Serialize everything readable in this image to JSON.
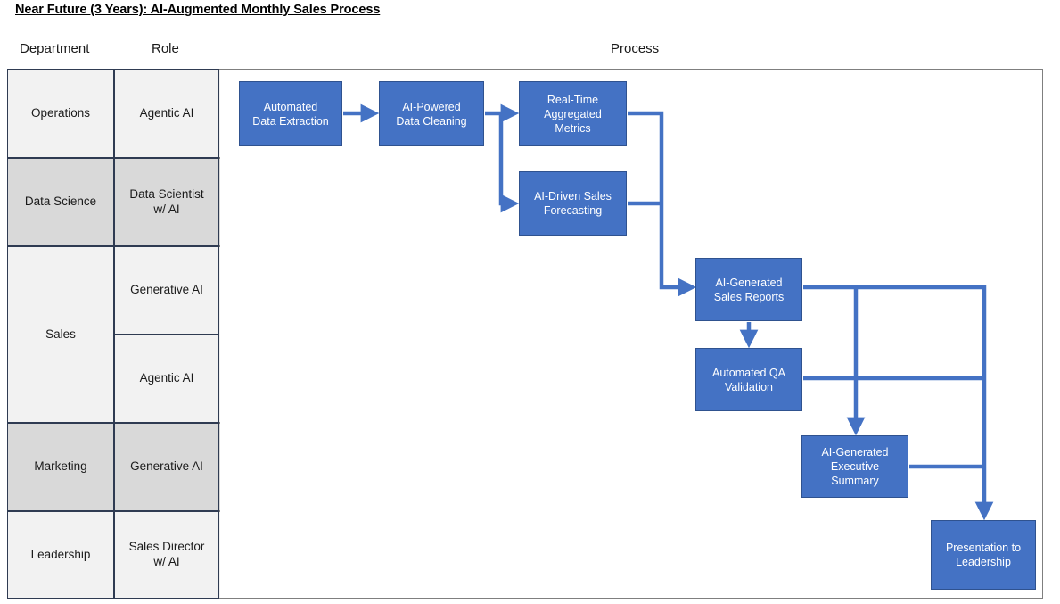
{
  "title": "Near Future (3 Years): AI-Augmented Monthly Sales Process",
  "headers": {
    "department": "Department",
    "role": "Role",
    "process": "Process"
  },
  "colors": {
    "node_fill": "#4472C4",
    "node_border": "#2F528F",
    "connector": "#4472C4",
    "lane_shade_light": "#F2F2F2",
    "lane_shade_dark": "#D9D9D9",
    "lane_border": "#7F7F7F",
    "cell_border": "#2F3B52",
    "node_text": "#FFFFFF"
  },
  "lanes": [
    {
      "department": "Operations",
      "role": "Agentic AI",
      "shade": "light"
    },
    {
      "department": "Data Science",
      "role": "Data Scientist\nw/ AI",
      "shade": "dark"
    },
    {
      "department": "Sales",
      "role": "Generative AI",
      "shade": "light"
    },
    {
      "department": "Sales",
      "role": "Agentic AI",
      "shade": "light"
    },
    {
      "department": "Marketing",
      "role": "Generative AI",
      "shade": "dark"
    },
    {
      "department": "Leadership",
      "role": "Sales Director\nw/ AI",
      "shade": "light"
    }
  ],
  "nodes": [
    {
      "id": "n1",
      "label": "Automated\nData Extraction",
      "lane": "Operations / Agentic AI"
    },
    {
      "id": "n2",
      "label": "AI-Powered\nData Cleaning",
      "lane": "Operations / Agentic AI"
    },
    {
      "id": "n3",
      "label": "Real-Time\nAggregated\nMetrics",
      "lane": "Operations / Agentic AI"
    },
    {
      "id": "n4",
      "label": "AI-Driven Sales\nForecasting",
      "lane": "Data Science / Data Scientist w/ AI"
    },
    {
      "id": "n5",
      "label": "AI-Generated\nSales Reports",
      "lane": "Sales / Generative AI"
    },
    {
      "id": "n6",
      "label": "Automated QA\nValidation",
      "lane": "Sales / Agentic AI"
    },
    {
      "id": "n7",
      "label": "AI-Generated\nExecutive\nSummary",
      "lane": "Marketing / Generative AI"
    },
    {
      "id": "n8",
      "label": "Presentation to\nLeadership",
      "lane": "Leadership / Sales Director w/ AI"
    }
  ],
  "edges": [
    {
      "from": "n1",
      "to": "n2"
    },
    {
      "from": "n2",
      "to": "n3"
    },
    {
      "from": "n2",
      "to": "n4"
    },
    {
      "from": "n3",
      "to": "n5"
    },
    {
      "from": "n4",
      "to": "n5"
    },
    {
      "from": "n5",
      "to": "n6"
    },
    {
      "from": "n5",
      "to": "n8"
    },
    {
      "from": "n6",
      "to": "n7"
    },
    {
      "from": "n7",
      "to": "n8"
    }
  ]
}
